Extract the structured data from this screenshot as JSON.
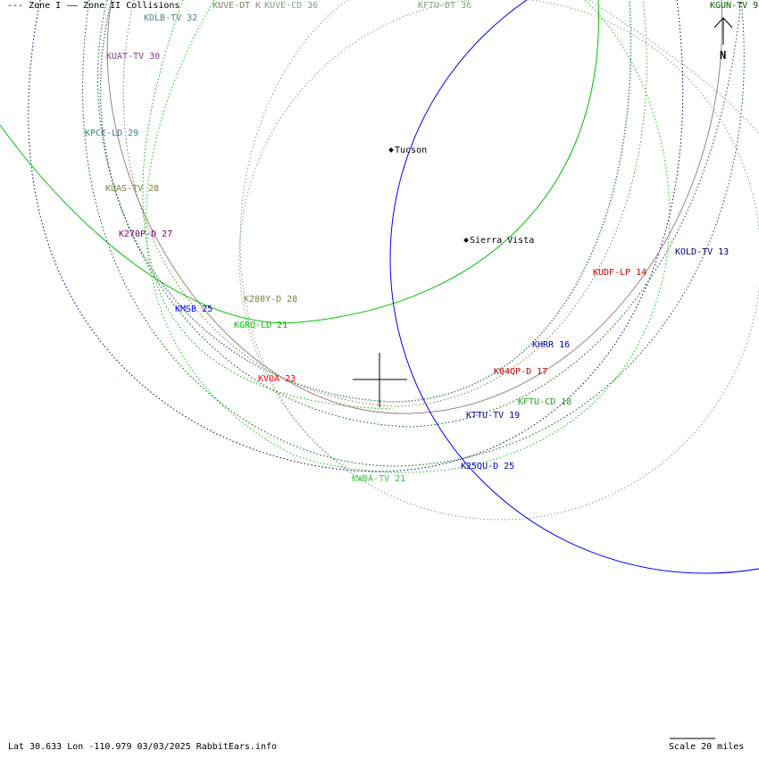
{
  "legend": {
    "zone1": "--- Zone I",
    "zone2": "—— Zone II Collisions"
  },
  "stations": [
    {
      "label": "KDLB-TV 32",
      "color": "#508080"
    },
    {
      "label": "KUVE-DT",
      "color": "#808060"
    },
    {
      "label": "K",
      "color": "#a08080"
    },
    {
      "label": "KUVE-CD 36",
      "color": "#80a080"
    },
    {
      "label": "KFTU-DT 36",
      "color": "#80a080"
    },
    {
      "label": "KGUN-TV 9",
      "color": "#006000"
    },
    {
      "label": "KUAT-TV 30",
      "color": "#804080"
    },
    {
      "label": "KPCE-LD 29",
      "color": "#408080"
    },
    {
      "label": "KUAS-TV 28",
      "color": "#808040"
    },
    {
      "label": "K270P-D 27",
      "color": "#800080"
    },
    {
      "label": "KMSB 25",
      "color": "#0000ff"
    },
    {
      "label": "K280Y-D 28",
      "color": "#808040"
    },
    {
      "label": "KGRQ-LD 21",
      "color": "#00c000"
    },
    {
      "label": "KVOA 23",
      "color": "#ff0000"
    },
    {
      "label": "KWBA-TV 21",
      "color": "#40c040"
    },
    {
      "label": "K25QU-D 25",
      "color": "#0000c0"
    },
    {
      "label": "KTTU-TV 19",
      "color": "#0000a0"
    },
    {
      "label": "KFTU-CD 18",
      "color": "#20a020"
    },
    {
      "label": "K04QP-D 17",
      "color": "#c00000"
    },
    {
      "label": "KHRR 16",
      "color": "#0000c0"
    },
    {
      "label": "KUDF-LP 14",
      "color": "#c00000"
    },
    {
      "label": "KOLD-TV 13",
      "color": "#000080"
    }
  ],
  "cities": [
    {
      "name": "Tucson"
    },
    {
      "name": "Sierra Vista"
    }
  ],
  "north": "N",
  "footer": {
    "info": "Lat 30.633 Lon -110.979 03/03/2025 RabbitEars.info",
    "scale": "Scale 20 miles"
  }
}
